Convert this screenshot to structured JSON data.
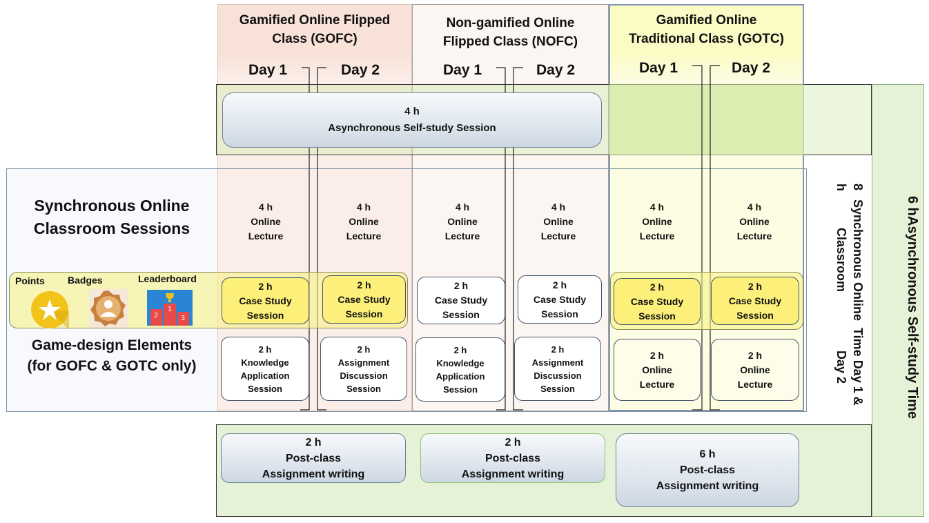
{
  "columns": [
    {
      "title_line1": "Gamified Online Flipped",
      "title_line2": "Class (GOFC)",
      "color": "#f9e8e1"
    },
    {
      "title_line1": "Non-gamified Online",
      "title_line2": "Flipped Class (NOFC)",
      "color": "#fcf6f2"
    },
    {
      "title_line1": "Gamified Online",
      "title_line2": "Traditional Class (GOTC)",
      "color": "#fcfdd6"
    }
  ],
  "days": {
    "day1": "Day 1",
    "day2": "Day 2"
  },
  "async_session": {
    "hours": "4 h",
    "label": "Asynchronous Self-study Session"
  },
  "sync_label": {
    "line1": "Synchronous Online",
    "line2": "Classroom Sessions"
  },
  "game_label": {
    "line1": "Game-design Elements",
    "line2": "(for GOFC & GOTC only)"
  },
  "game_elements": {
    "points": "Points",
    "badges": "Badges",
    "leaderboard": "Leaderboard"
  },
  "lecture": {
    "hours": "4 h",
    "line1": "Online",
    "line2": "Lecture"
  },
  "case_study": {
    "hours": "2 h",
    "line1": "Case Study",
    "line2": "Session"
  },
  "knowledge": {
    "hours": "2 h",
    "line1": "Knowledge",
    "line2": "Application",
    "line3": "Session"
  },
  "assignment_disc": {
    "hours": "2 h",
    "line1": "Assignment",
    "line2": "Discussion",
    "line3": "Session"
  },
  "lecture_2h": {
    "hours": "2 h",
    "line1": "Online",
    "line2": "Lecture"
  },
  "post_class": [
    {
      "hours": "2 h",
      "line1": "Post-class",
      "line2": "Assignment writing"
    },
    {
      "hours": "2 h",
      "line1": "Post-class",
      "line2": "Assignment writing"
    },
    {
      "hours": "6 h",
      "line1": "Post-class",
      "line2": "Assignment writing"
    }
  ],
  "sync_time": {
    "hours": "8 h",
    "line1": "Synchronous Online Classroom",
    "line2": "Time Day 1 & Day 2"
  },
  "async_time": {
    "hours": "6 h",
    "label": "Asynchronous Self-study Time"
  },
  "colors": {
    "green_band": "#e6f2d8",
    "green_border": "#8ab07a",
    "yellow_highlight": "#f8f27c",
    "blue_border": "#7f93a8"
  }
}
